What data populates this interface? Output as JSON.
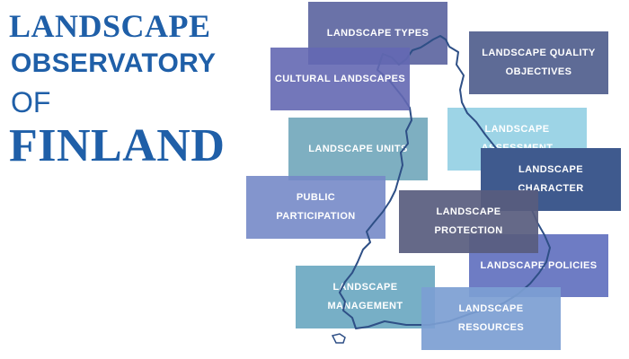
{
  "title": {
    "line1": "LANDSCAPE",
    "line2": "OBSERVATORY",
    "line3": "OF",
    "line4": "FINLAND"
  },
  "boxes": {
    "types": "LANDSCAPE TYPES",
    "quality_line1": "LANDSCAPE QUALITY",
    "quality_line2": "OBJECTIVES",
    "cultural": "CULTURAL LANDSCAPES",
    "units": "LANDSCAPE UNITS",
    "assessment": "LANDSCAPE ASSESSMENT",
    "character_line1": "LANDSCAPE",
    "character_line2": "CHARACTER",
    "participation_line1": "PUBLIC",
    "participation_line2": "PARTICIPATION",
    "protection": "LANDSCAPE PROTECTION",
    "policies": "LANDSCAPE POLICIES",
    "management_line1": "LANDSCAPE",
    "management_line2": "MANAGEMENT",
    "resources": "LANDSCAPE RESOURCES"
  },
  "colors": {
    "title_blue": "#1f5fa8",
    "map_outline": "#2e4f86"
  },
  "map": {
    "icon": "finland-outline-map"
  }
}
